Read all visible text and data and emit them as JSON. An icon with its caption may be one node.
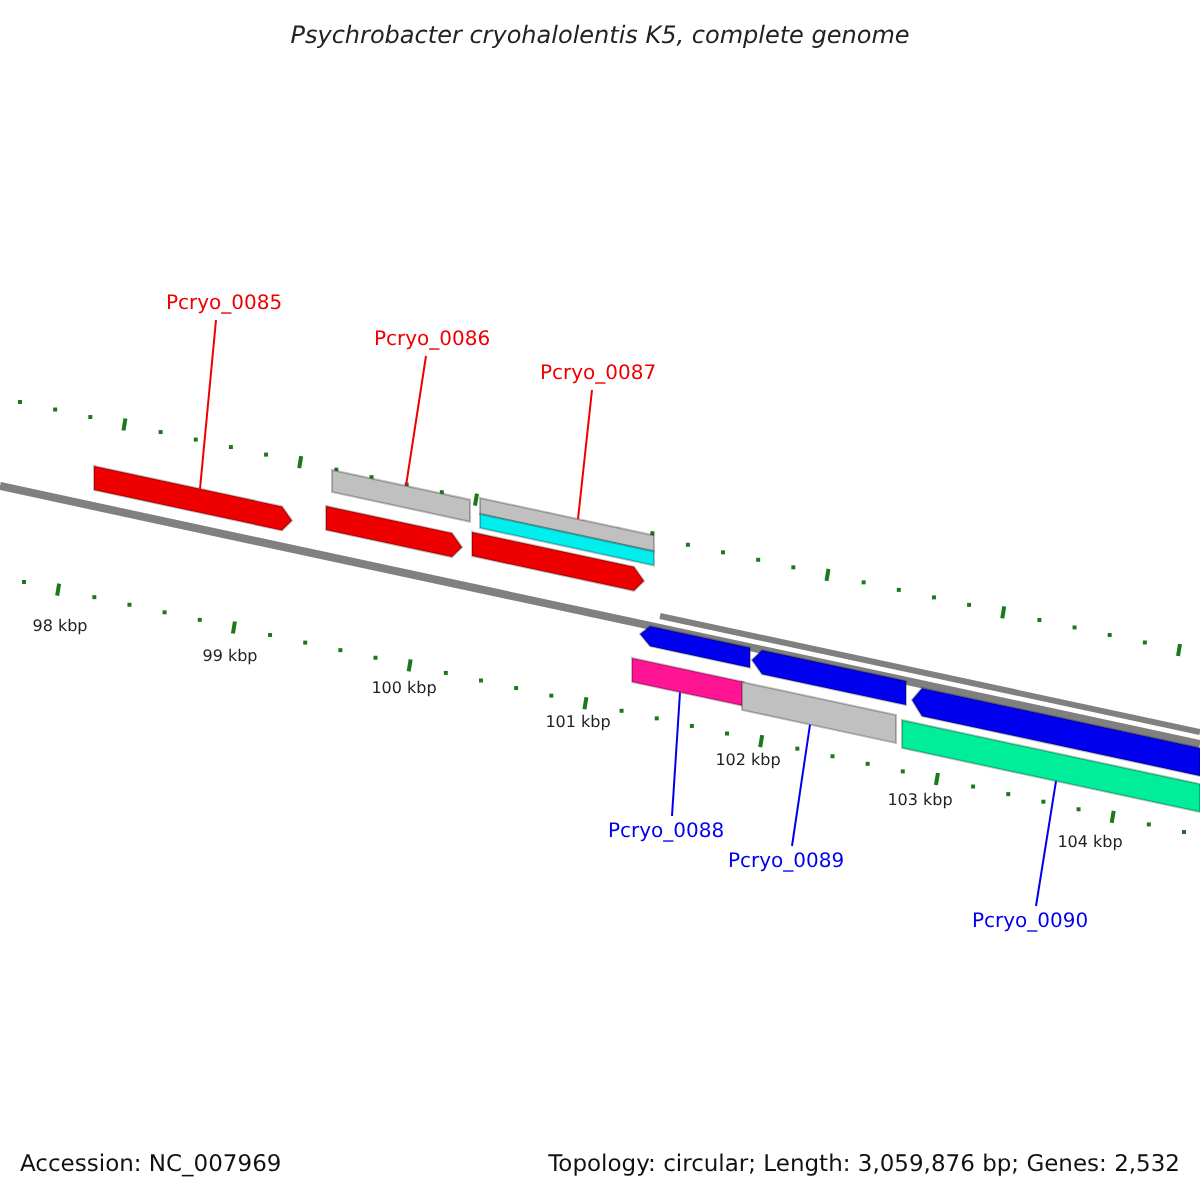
{
  "diagram": {
    "title": "Psychrobacter cryohalolentis K5, complete genome",
    "nodes": [
      {
        "text": [
          "Pcryo_0085"
        ]
      },
      {
        "text": [
          "Pcryo_0086"
        ]
      },
      {
        "text": [
          "Pcryo_0087"
        ]
      },
      {
        "text": [],
        "shape": "arrow"
      },
      {
        "text": [],
        "shape": "bar"
      },
      {
        "text": [],
        "shape": "arrow"
      },
      {
        "text": [],
        "shape": "bar"
      },
      {
        "text": [],
        "shape": "bar"
      },
      {
        "text": [],
        "shape": "arrow"
      },
      {
        "text": [],
        "shape": "arrow"
      },
      {
        "text": [],
        "shape": "bar"
      },
      {
        "text": [],
        "shape": "arrow"
      },
      {
        "text": [],
        "shape": "bar"
      },
      {
        "text": [],
        "shape": "arrow"
      },
      {
        "text": [],
        "shape": "bar"
      },
      {
        "text": [
          "Pcryo_0088"
        ]
      },
      {
        "text": [
          "Pcryo_0089"
        ]
      },
      {
        "text": [
          "Pcryo_0090"
        ]
      }
    ],
    "edges": [
      {
        "from": 0,
        "to": 3,
        "arrow": "none",
        "color": "#ee0000"
      },
      {
        "from": 1,
        "to": 4,
        "arrow": "none",
        "color": "#ee0000"
      },
      {
        "from": 2,
        "to": 6,
        "arrow": "none",
        "color": "#ee0000"
      },
      {
        "from": 15,
        "to": 10,
        "arrow": "none",
        "color": "#0000ee"
      },
      {
        "from": 16,
        "to": 12,
        "arrow": "none",
        "color": "#0000ee"
      },
      {
        "from": 17,
        "to": 14,
        "arrow": "none",
        "color": "#0000ee"
      }
    ],
    "labels": [
      "98 kbp",
      "99 kbp",
      "100 kbp",
      "101 kbp",
      "102 kbp",
      "103 kbp",
      "104 kbp",
      "Accession: NC_007969",
      "Topology: circular; Length: 3,059,876 bp; Genes: 2,532"
    ]
  }
}
